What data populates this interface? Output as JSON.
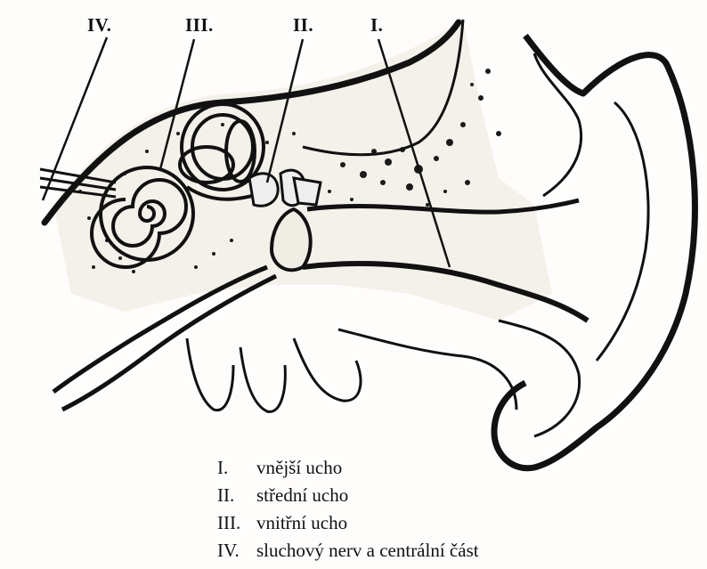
{
  "labels": {
    "iv": "IV.",
    "iii": "III.",
    "ii": "II.",
    "i": "I."
  },
  "legend": [
    {
      "numeral": "I.",
      "text": "vnější ucho"
    },
    {
      "numeral": "II.",
      "text": "střední ucho"
    },
    {
      "numeral": "III.",
      "text": "vnitřní ucho"
    },
    {
      "numeral": "IV.",
      "text": "sluchový nerv a centrální část"
    }
  ]
}
